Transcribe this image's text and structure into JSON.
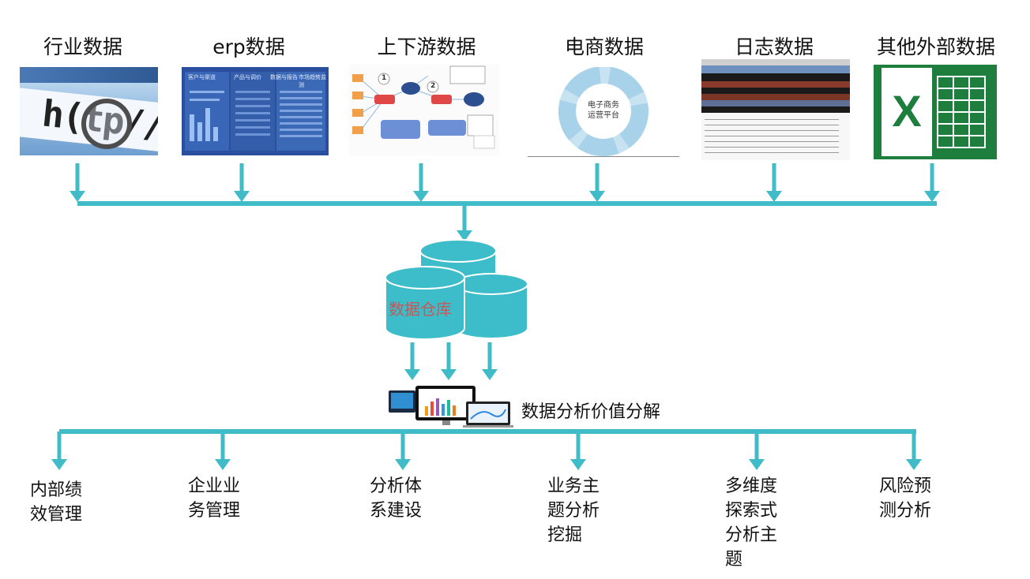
{
  "colors": {
    "flow": "#3fbcc7",
    "db": "#3dbdc9",
    "db_text": "#c25a5a",
    "excel_green": "#1e7e3e"
  },
  "sources": [
    {
      "label": "行业数据",
      "icon": "browser-url-icon"
    },
    {
      "label": "erp数据",
      "icon": "erp-dashboard-icon"
    },
    {
      "label": "上下游数据",
      "icon": "flowchart-icon"
    },
    {
      "label": "电商数据",
      "icon": "ecommerce-cycle-icon"
    },
    {
      "label": "日志数据",
      "icon": "log-table-icon"
    },
    {
      "label": "其他外部数据",
      "icon": "excel-icon"
    }
  ],
  "thumb_text": {
    "http": "h(tp//ww",
    "erp_headers": [
      "客户与渠道",
      "产品与调价",
      "数据与报告",
      "市场趋势监测"
    ],
    "flow_nodes": [
      "1",
      "2"
    ],
    "ecommerce_center": "电子商务\n运营平台",
    "excel_letter": "X"
  },
  "warehouse": {
    "label": "数据仓库",
    "icon": "database-stack-icon"
  },
  "analysis": {
    "label": "数据分析价值分解",
    "icon": "devices-dashboard-icon"
  },
  "outputs": [
    {
      "label": "内部绩\n效管理"
    },
    {
      "label": "企业业\n务管理"
    },
    {
      "label": "分析体\n系建设"
    },
    {
      "label": "业务主\n题分析\n挖掘"
    },
    {
      "label": "多维度\n探索式\n分析主\n题"
    },
    {
      "label": "风险预\n测分析"
    }
  ]
}
